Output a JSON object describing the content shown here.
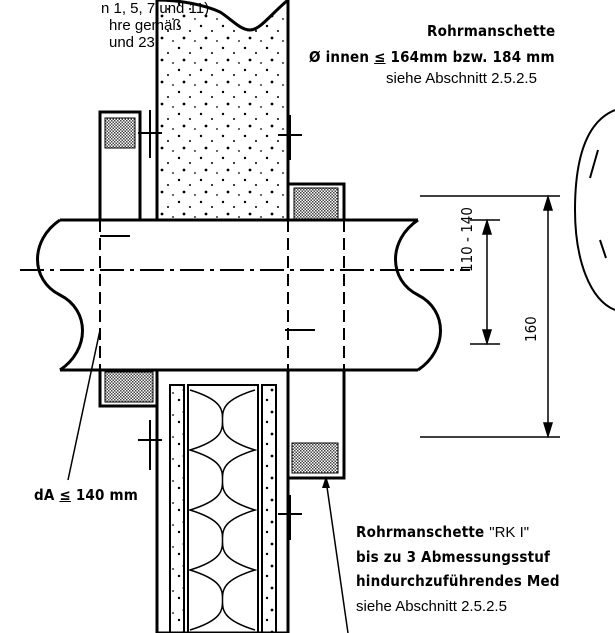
{
  "top_left_note": {
    "line1": "n 1, 5, 7 und 11)",
    "line2": "hre gemäß",
    "line3": "und 23"
  },
  "top_right_label": {
    "title": "Rohrmanschette",
    "line2_prefix": "Ø innen ",
    "line2_op": "≤",
    "line2_rest": " 164mm bzw. 184 mm",
    "line3": "siehe Abschnitt 2.5.2.5"
  },
  "bottom_right_label": {
    "title_bold": "Rohrmanschette ",
    "title_quoted": "\"RK I\"",
    "line2": "bis zu 3 Abmessungsstuf",
    "line3": "hindurchzuführendes Med",
    "line4": "siehe Abschnitt 2.5.2.5"
  },
  "pipe_label": {
    "prefix": "dA ",
    "op": "≤",
    "rest": " 140 mm"
  },
  "dimensions": {
    "inner": "110 - 140",
    "outer": "160"
  },
  "colors": {
    "line": "#000000",
    "hatch": "#555555",
    "background": "#ffffff"
  }
}
